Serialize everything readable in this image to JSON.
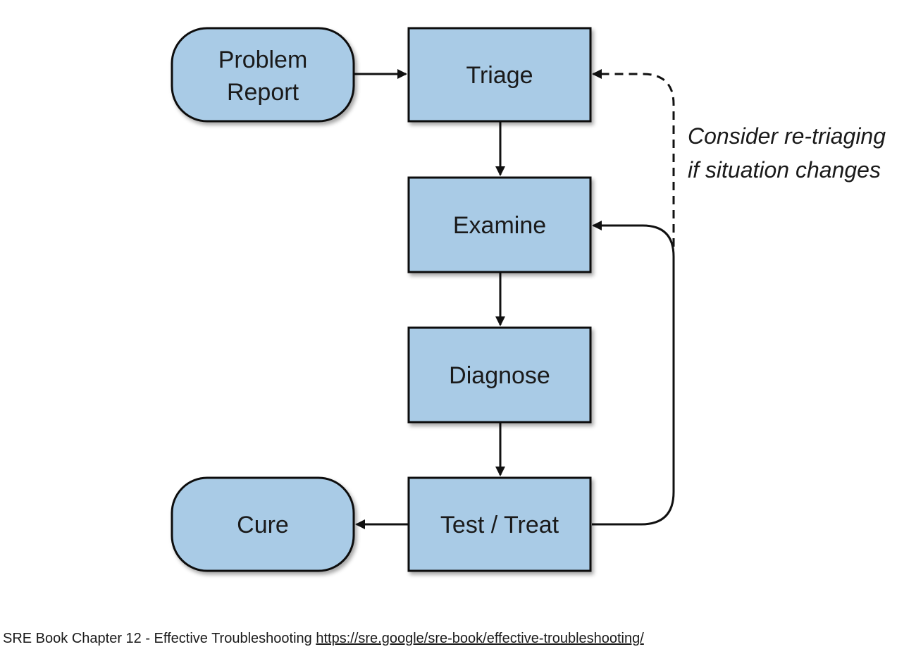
{
  "diagram": {
    "nodes": {
      "problem_report": {
        "line1": "Problem",
        "line2": "Report"
      },
      "triage": "Triage",
      "examine": "Examine",
      "diagnose": "Diagnose",
      "test_treat": "Test / Treat",
      "cure": "Cure"
    },
    "note": {
      "line1": "Consider re-triaging",
      "line2": "if situation changes"
    },
    "colors": {
      "node_fill": "#a9cbe6",
      "node_stroke": "#111111",
      "arrow": "#111111"
    }
  },
  "caption": {
    "text": "SRE Book Chapter 12 - Effective Troubleshooting",
    "link_text": "https://sre.google/sre-book/effective-troubleshooting/"
  }
}
